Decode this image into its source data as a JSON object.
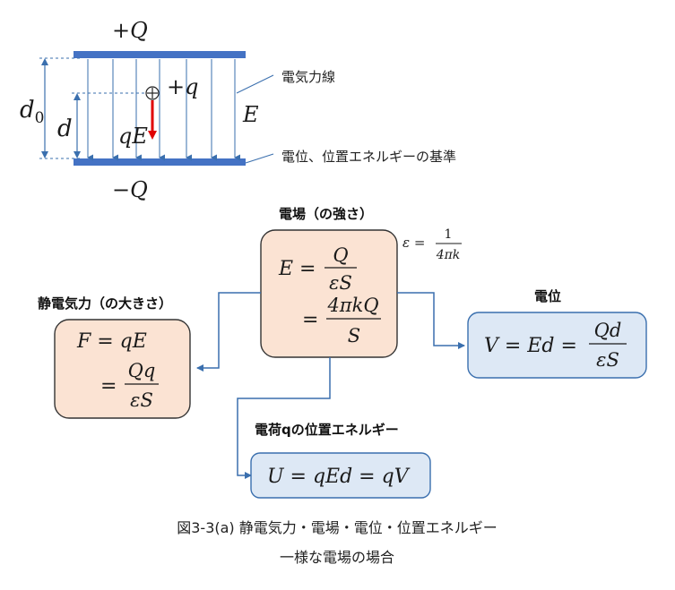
{
  "capacitor": {
    "top_charge": "+Q",
    "bottom_charge": "−Q",
    "d0_label": "d",
    "d0_sub": "0",
    "d_label": "d",
    "test_charge": "+q",
    "force_label": "qE",
    "field_label": "E",
    "field_lines_note": "電気力線",
    "reference_note": "電位、位置エネルギーの基準",
    "plate_color": "#4472c4",
    "force_color": "#e00000",
    "line_color": "#3a6fae"
  },
  "field_box": {
    "title": "電場（の強さ）",
    "line1": {
      "lhs": "E =",
      "num": "Q",
      "den": "εS"
    },
    "line2": {
      "lhs": "=",
      "num": "4πkQ",
      "den": "S"
    },
    "epsilon_note": {
      "lhs": "ε =",
      "num": "1",
      "den": "4πk"
    }
  },
  "force_box": {
    "title": "静電気力（の大きさ）",
    "line1": "F = qE",
    "line2": {
      "lhs": "=",
      "num": "Qq",
      "den": "εS"
    }
  },
  "potential_box": {
    "title": "電位",
    "expr": "V = Ed =",
    "num": "Qd",
    "den": "εS"
  },
  "energy_box": {
    "title": "電荷qの位置エネルギー",
    "expr": "U = qEd = qV"
  },
  "caption": {
    "line1": "図3-3(a) 静電気力・電場・電位・位置エネルギー",
    "line2": "一様な電場の場合"
  }
}
